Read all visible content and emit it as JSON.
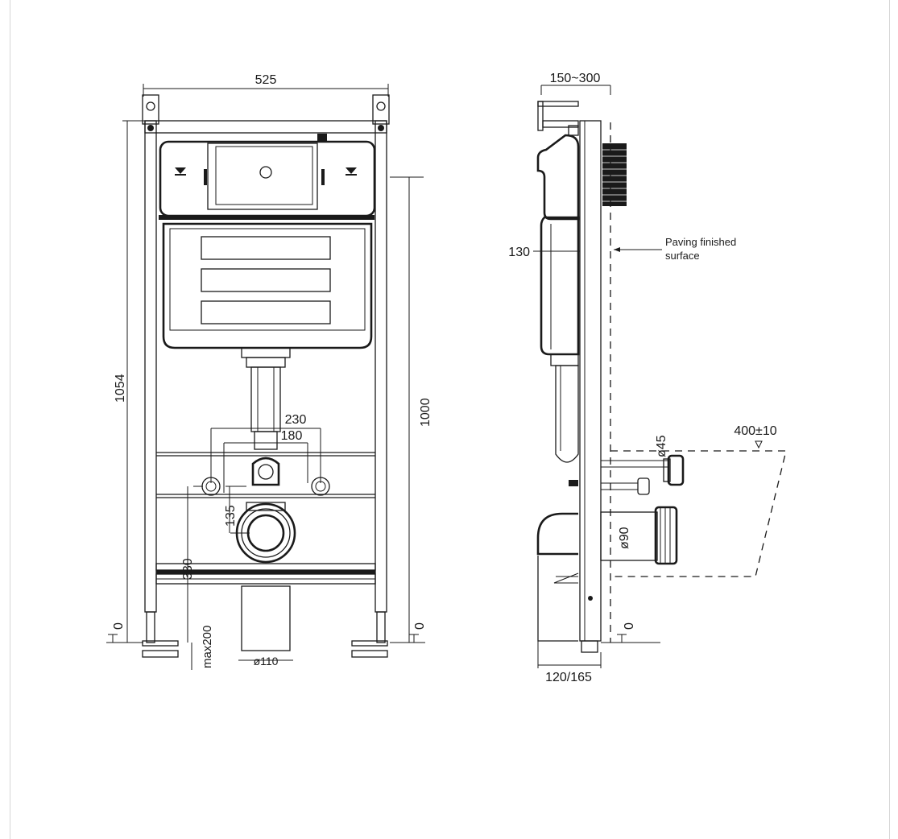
{
  "front_view": {
    "dim_width": "525",
    "dim_height": "1054",
    "dim_frame_height": "1000",
    "dim_bolt_outer": "230",
    "dim_bolt_inner": "180",
    "dim_bolt_to_outlet": "135",
    "dim_outlet_height": "330",
    "dim_leg_adjust": "max200",
    "dim_drain_dia": "ø110",
    "zero_left": "0",
    "zero_right": "0"
  },
  "side_view": {
    "dim_depth": "150~300",
    "dim_tank": "130",
    "note_line1": "Paving finished",
    "note_line2": "surface",
    "dim_bowl": "400±10",
    "dim_inlet_dia": "ø45",
    "dim_outlet_dia": "ø90",
    "zero": "0",
    "dim_base": "120/165"
  }
}
